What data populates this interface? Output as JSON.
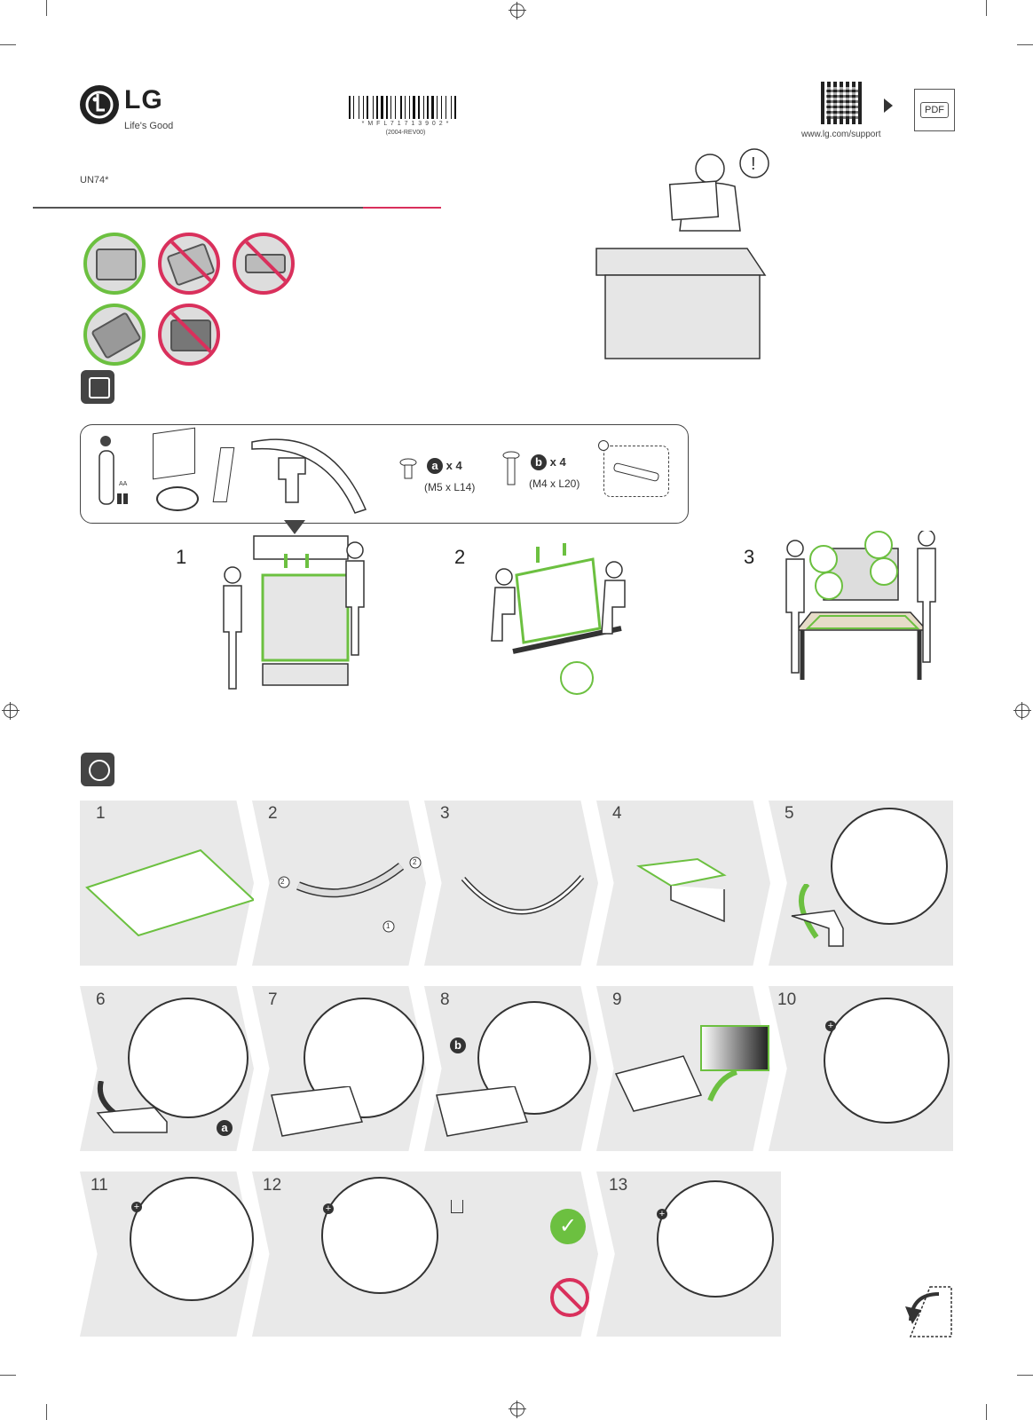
{
  "header": {
    "brand": "LG",
    "slogan": "Life's Good",
    "barcode_text": "* M F L 7 1 7 1 3 9 0 2 *",
    "revision": "(2004-REV00)",
    "support_url": "www.lg.com/support",
    "pdf_label": "PDF",
    "model": "UN74*"
  },
  "components": {
    "remote_battery": "AA",
    "screw_a": {
      "letter": "a",
      "qty": "x 4",
      "size": "(M5 x L14)"
    },
    "screw_b": {
      "letter": "b",
      "qty": "x 4",
      "size": "(M4 x L20)"
    }
  },
  "unpack_steps": [
    "1",
    "2",
    "3"
  ],
  "assembly_steps": [
    "1",
    "2",
    "3",
    "4",
    "5",
    "6",
    "7",
    "8",
    "9",
    "10",
    "11",
    "12",
    "13"
  ],
  "callouts": {
    "step2_left": "2",
    "step2_right": "2",
    "step2_bottom": "1",
    "step6_letter": "a",
    "step8_letter": "b"
  },
  "colors": {
    "accent_green": "#6cc040",
    "warning_red": "#d9305c",
    "panel_gray": "#e9e9e9"
  }
}
